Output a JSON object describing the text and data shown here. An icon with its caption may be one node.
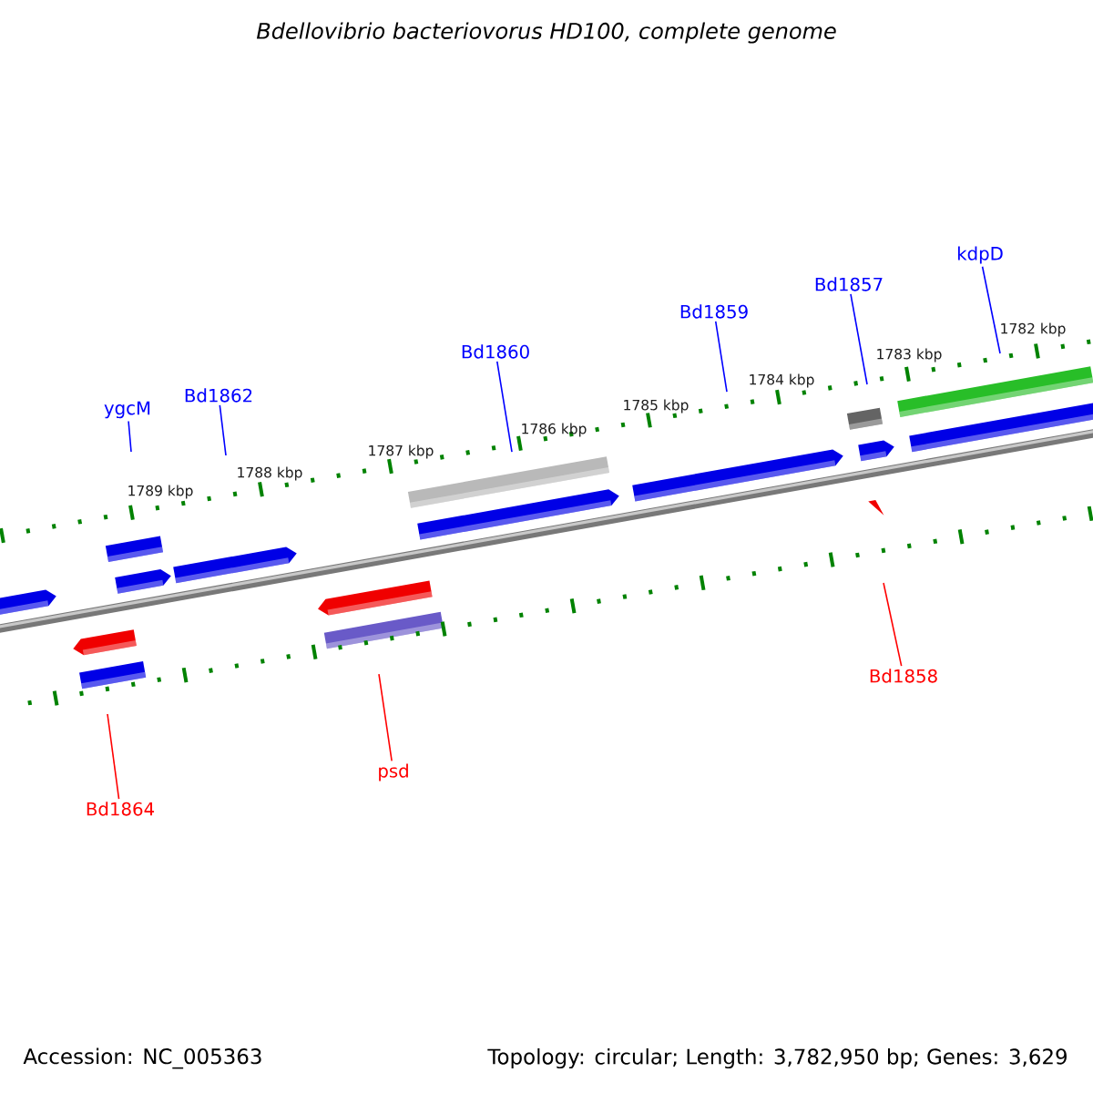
{
  "diagram": {
    "title": "Bdellovibrio bacteriovorus HD100, complete genome",
    "nodes": [
      {
        "text": [
          "ygcM"
        ]
      },
      {
        "text": [
          "Bd1862"
        ]
      },
      {
        "text": [
          "Bd1860"
        ]
      },
      {
        "text": [
          "Bd1859"
        ]
      },
      {
        "text": [
          "Bd1857"
        ]
      },
      {
        "text": [
          "kdpD"
        ]
      },
      {
        "text": [
          "Bd1864"
        ]
      },
      {
        "text": [
          "psd"
        ]
      },
      {
        "text": [
          "Bd1858"
        ]
      }
    ],
    "edges": [
      {
        "from": 0,
        "to": null,
        "arrow": "none"
      },
      {
        "from": 1,
        "to": null,
        "arrow": "none"
      },
      {
        "from": 2,
        "to": null,
        "arrow": "none"
      },
      {
        "from": 3,
        "to": null,
        "arrow": "none"
      },
      {
        "from": 4,
        "to": null,
        "arrow": "none"
      },
      {
        "from": 5,
        "to": null,
        "arrow": "none"
      },
      {
        "from": 6,
        "to": null,
        "arrow": "none",
        "color": "#ff0000"
      },
      {
        "from": 7,
        "to": null,
        "arrow": "none",
        "color": "#ff0000"
      },
      {
        "from": 8,
        "to": null,
        "arrow": "none",
        "color": "#ff0000"
      }
    ],
    "labels": [
      "1789 kbp",
      "1788 kbp",
      "1787 kbp",
      "1786 kbp",
      "1785 kbp",
      "1784 kbp",
      "1783 kbp",
      "1782 kbp",
      "Accession: NC_005363",
      "Topology: circular; Length: 3,782,950 bp; Genes: 3,629"
    ]
  }
}
